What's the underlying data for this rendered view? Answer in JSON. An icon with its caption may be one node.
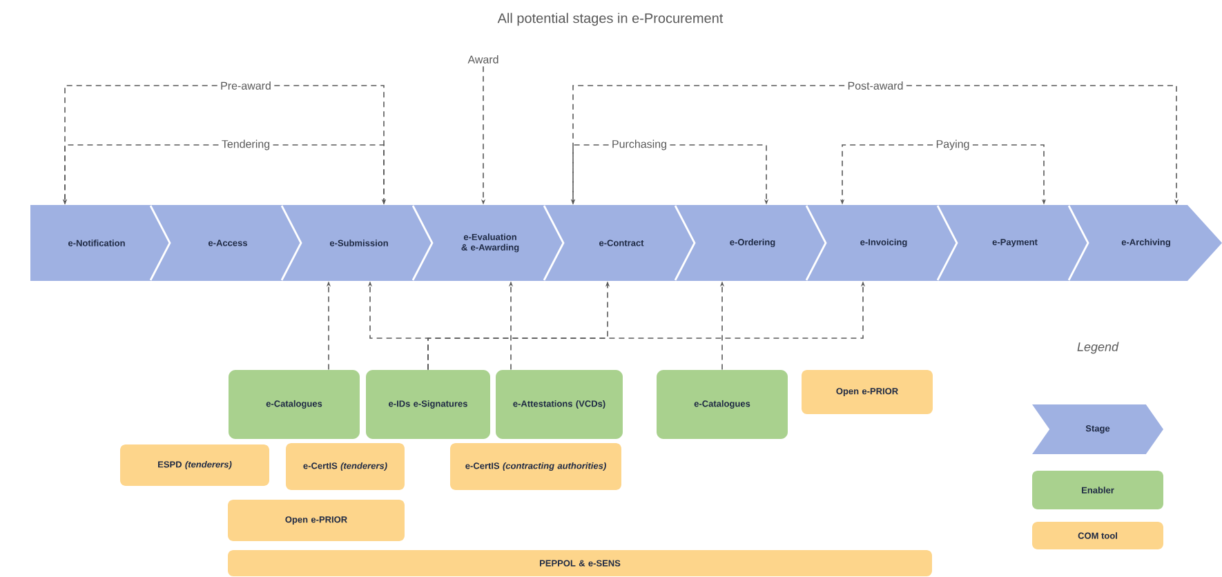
{
  "diagram": {
    "title": "All potential stages in e-Procurement",
    "nodes": [
      {
        "text": [
          "e-Notification"
        ]
      },
      {
        "text": [
          "e-Access"
        ]
      },
      {
        "text": [
          "e-Submission"
        ]
      },
      {
        "text": [
          "e-Evaluation & e-Awarding"
        ]
      },
      {
        "text": [
          "e-Contract"
        ]
      },
      {
        "text": [
          "e-Ordering"
        ]
      },
      {
        "text": [
          "e-Invoicing"
        ]
      },
      {
        "text": [
          "e-Payment"
        ]
      },
      {
        "text": [
          "e-Archiving"
        ]
      },
      {
        "text": [
          "Pre-award"
        ]
      },
      {
        "text": [
          "Tendering"
        ]
      },
      {
        "text": [
          "Award"
        ]
      },
      {
        "text": [
          "Post-award"
        ]
      },
      {
        "text": [
          "Purchasing"
        ]
      },
      {
        "text": [
          "Paying"
        ]
      },
      {
        "text": [
          "e-Catalogues"
        ]
      },
      {
        "text": [
          "e-IDs e-Signatures"
        ]
      },
      {
        "text": [
          "e-Attestations (VCDs)"
        ]
      },
      {
        "text": [
          "e-Catalogues"
        ]
      },
      {
        "text": [
          "Open e-PRIOR"
        ]
      },
      {
        "text": [
          "ESPD *(tenderers)*"
        ]
      },
      {
        "text": [
          "e-CertIS *(tenderers)*"
        ]
      },
      {
        "text": [
          "e-CertIS *(contracting authorities)*"
        ]
      },
      {
        "text": [
          "Open e-PRIOR"
        ]
      },
      {
        "text": [
          "PEPPOL & e-SENS"
        ]
      }
    ],
    "edges": [
      {
        "from": 9,
        "to": 0,
        "arrow": "to",
        "style": "dashed"
      },
      {
        "from": 9,
        "to": 2,
        "arrow": "to",
        "style": "dashed"
      },
      {
        "from": 10,
        "to": 0,
        "arrow": "to",
        "style": "dashed"
      },
      {
        "from": 10,
        "to": 2,
        "arrow": "to",
        "style": "dashed"
      },
      {
        "from": 11,
        "to": 3,
        "arrow": "to",
        "style": "dashed"
      },
      {
        "from": 12,
        "to": 4,
        "arrow": "to",
        "style": "dashed"
      },
      {
        "from": 12,
        "to": 8,
        "arrow": "to",
        "style": "dashed"
      },
      {
        "from": 13,
        "to": 4,
        "arrow": "to",
        "style": "dashed"
      },
      {
        "from": 13,
        "to": 5,
        "arrow": "to",
        "style": "dashed"
      },
      {
        "from": 14,
        "to": 6,
        "arrow": "to",
        "style": "dashed"
      },
      {
        "from": 14,
        "to": 7,
        "arrow": "to",
        "style": "dashed"
      },
      {
        "from": 15,
        "to": 2,
        "arrow": "to",
        "style": "dashed"
      },
      {
        "from": 16,
        "to": 2,
        "arrow": "to",
        "style": "dashed"
      },
      {
        "from": 16,
        "to": 4,
        "arrow": "to",
        "style": "dashed"
      },
      {
        "from": 16,
        "to": 6,
        "arrow": "to",
        "style": "dashed"
      },
      {
        "from": 17,
        "to": 3,
        "arrow": "to",
        "style": "dashed"
      },
      {
        "from": 18,
        "to": 5,
        "arrow": "to",
        "style": "dashed"
      }
    ],
    "labels": [
      "Legend"
    ],
    "legend": [
      {
        "text": "Stage"
      },
      {
        "text": "Enabler",
        "color": "#a9d18e"
      },
      {
        "text": "COM tool",
        "color": "#fdd58b"
      }
    ]
  }
}
